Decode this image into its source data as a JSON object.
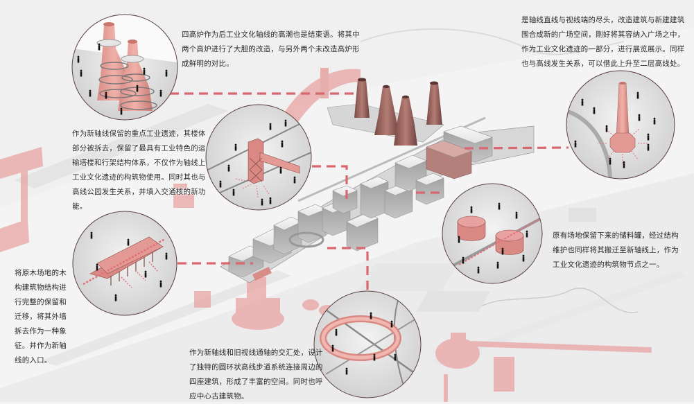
{
  "diagram": {
    "title": "",
    "accent_color": "#d9676f",
    "structure_color": "#e8a3a3",
    "building_color": "#c9c9c9"
  },
  "callouts": [
    {
      "id": "blast-furnaces",
      "subject": "four blast furnaces",
      "text": "四高炉作为后工业文化轴线的高潮也是结束语。将其中两个高炉进行了大胆的改造，与另外两个未改造高炉形成鲜明的对比。"
    },
    {
      "id": "transport-tower",
      "subject": "transport tower and truss",
      "text": "作为新轴线保留的重点工业遗迹，其楼体部分被拆去，保留了最具有工业特色的运输塔楼和行架结构体系，不仅作为轴线上工业文化遗迹的构筑物使用。同时其也与高线公园发生关系，并填入交通核的新功能。"
    },
    {
      "id": "chimney",
      "subject": "chimney at axis end",
      "text": "是轴线直线与视线端的尽头，改造建筑与新建建筑围合成新的广场空间，刚好将其容纳入广场之中，作为工业文化遗迹的一部分，进行展览展示。同样也与高线发生关系，可以借此上升至二层高线处。"
    },
    {
      "id": "storage-tanks",
      "subject": "storage tanks",
      "text": "原有场地保留下来的储料罐，经过结构维护也同样将其搬迁至新轴线上，作为工业文化遗迹的构筑物节点之一。"
    },
    {
      "id": "timber-hall",
      "subject": "timber structure entrance",
      "text": "将原木场地的木构建筑物结构进行完整的保留和迁移，将其外墙拆去作为一种象征。并作为新轴线的入口。"
    },
    {
      "id": "ring-walkway",
      "subject": "ring-shaped elevated walkway",
      "text": "作为新轴线和旧视线通轴的交汇处，设计了独特的圆环状高线步道系统连接周边的四座建筑，形成了丰富的空间。同时也呼应中心古建筑物。"
    }
  ]
}
